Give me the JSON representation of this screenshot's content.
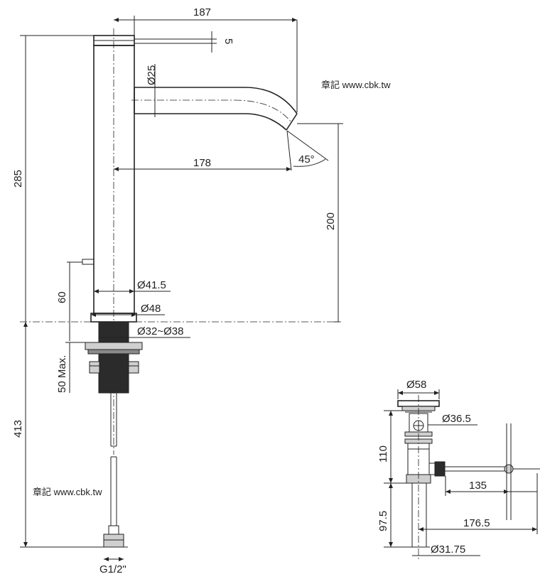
{
  "main_view": {
    "dim_width_total": "187",
    "dim_handle": "5",
    "dim_spout_dia": "Ø25",
    "dim_reach": "178",
    "dim_angle": "45°",
    "dim_height_total": "285",
    "dim_outlet_height": "200",
    "dim_body_dia": "Ø41.5",
    "dim_base_dia": "Ø48",
    "dim_hole_dia": "Ø32~Ø38",
    "dim_lever_height": "60",
    "dim_deck_thickness": "50 Max.",
    "dim_hose_length": "413",
    "dim_connection": "G1/2\""
  },
  "drain_view": {
    "dim_cap_dia": "Ø58",
    "dim_body_dia": "Ø36.5",
    "dim_height_upper": "110",
    "dim_rod_length": "135",
    "dim_height_lower": "97.5",
    "dim_reach": "176.5",
    "dim_tail_dia": "Ø31.75"
  },
  "watermarks": [
    "章記 www.cbk.tw",
    "章記 www.cbk.tw"
  ]
}
